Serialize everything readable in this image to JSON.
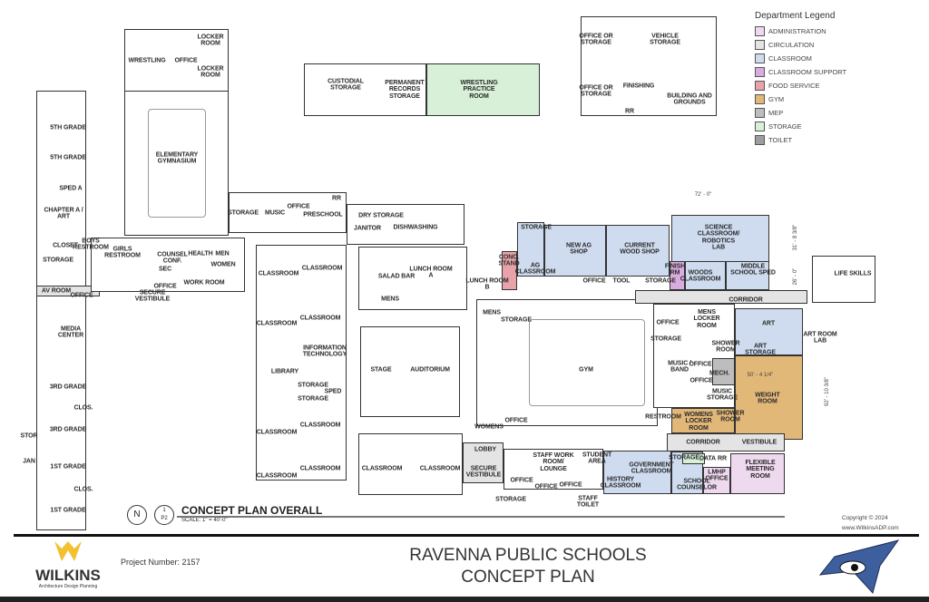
{
  "legend": {
    "title": "Department Legend",
    "items": [
      {
        "label": "ADMINISTRATION",
        "color": "#efd9ef"
      },
      {
        "label": "CIRCULATION",
        "color": "#e4e4e4"
      },
      {
        "label": "CLASSROOM",
        "color": "#cfdcf0"
      },
      {
        "label": "CLASSROOM SUPPORT",
        "color": "#d9acdf"
      },
      {
        "label": "FOOD SERVICE",
        "color": "#e8a3aa"
      },
      {
        "label": "GYM",
        "color": "#e2b878"
      },
      {
        "label": "MEP",
        "color": "#bdbdbd"
      },
      {
        "label": "STORAGE",
        "color": "#d8efd8"
      },
      {
        "label": "TOILET",
        "color": "#9e9e9e"
      }
    ]
  },
  "rooms": [
    "LOCKER\nROOM",
    "WRESTLING",
    "OFFICE",
    "LOCKER\nROOM",
    "ELEMENTARY\nGYMNASIUM",
    "CUSTODIAL\nSTORAGE",
    "PERMANENT\nRECORDS\nSTORAGE",
    "WRESTLING\nPRACTICE\nROOM",
    "OFFICE OR\nSTORAGE",
    "VEHICLE\nSTORAGE",
    "OFFICE OR\nSTORAGE",
    "FINISHING",
    "BUILDING AND\nGROUNDS",
    "RR",
    "5TH GRADE",
    "5TH GRADE",
    "SPED A",
    "CHAPTER A /\nART",
    "CLOSET",
    "STORAGE",
    "BOYS\nRESTROOM",
    "GIRLS\nRESTROOM",
    "AV ROOM",
    "OFFICE",
    "MEDIA\nCENTER",
    "3RD GRADE",
    "CLOS.",
    "3RD GRADE",
    "STOR",
    "JAN",
    "1ST GRADE",
    "CLOS.",
    "1ST GRADE",
    "COUNSEL\nCONF.",
    "SEC",
    "HEALTH",
    "MEN",
    "WOMEN",
    "WORK ROOM",
    "OFFICE",
    "SECURE\nVESTIBULE",
    "STORAGE",
    "MUSIC",
    "OFFICE",
    "PRESCHOOL",
    "RR",
    "DRY STORAGE",
    "JANITOR",
    "DISHWASHING",
    "CLASSROOM",
    "CLASSROOM",
    "CLASSROOM",
    "CLASSROOM",
    "INFORMATION\nTECHNOLOGY",
    "LIBRARY",
    "STORAGE",
    "SPED",
    "STORAGE",
    "CLASSROOM",
    "CLASSROOM",
    "CLASSROOM",
    "CLASSROOM",
    "SALAD BAR",
    "MENS",
    "LUNCH ROOM\nA",
    "LUNCH ROOM\nB",
    "CONC.\nSTAND",
    "STORAGE",
    "AG\nCLASSROOM",
    "NEW AG\nSHOP",
    "CURRENT\nWOOD SHOP",
    "STAGE",
    "AUDITORIUM",
    "MENS",
    "STORAGE",
    "GYM",
    "WOMENS",
    "OFFICE",
    "CLASSROOM",
    "CLASSROOM",
    "LOBBY",
    "SECURE\nVESTIBULE",
    "STAFF WORK\nROOM/\nLOUNGE",
    "STUDENT\nAREA",
    "GOVERNMENT\nCLASSROOM",
    "HISTORY\nCLASSROOM",
    "OFFICE",
    "OFFICE",
    "OFFICE",
    "STORAGE",
    "STAFF\nTOILET",
    "SCHOOL\nCOUNSELOR",
    "STORAGE",
    "SCIENCE\nCLASSROOM/\nROBOTICS\nLAB",
    "FINISH\nRM",
    "WOODS\nCLASSROOM",
    "MIDDLE\nSCHOOL SPED",
    "STORAGE",
    "OFFICE",
    "TOOL",
    "CORRIDOR",
    "LIFE SKILLS",
    "OFFICE",
    "MENS\nLOCKER\nROOM",
    "STORAGE",
    "SHOWER\nROOM",
    "ART",
    "ART\nSTORAGE",
    "ART ROOM\nLAB",
    "MUSIC /\nBAND",
    "OFFICE",
    "MECH.",
    "OFFICE",
    "MUSIC\nSTORAGE",
    "WEIGHT\nROOM",
    "RESTROOM",
    "WOMENS\nLOCKER\nROOM",
    "SHOWER\nROOM",
    "CORRIDOR",
    "VESTIBULE",
    "DATA",
    "RR",
    "LMHP\nOFFICE",
    "FLEXIBLE\nMEETING\nROOM"
  ],
  "dimensions": [
    "72' - 0\"",
    "31' - 8 3/8\"",
    "26' - 0\"",
    "50' - 4 1/4\"",
    "92' - 10 3/8\""
  ],
  "plan_title": "CONCEPT PLAN OVERALL",
  "plan_scale": "SCALE:  1\" = 40'-0\"",
  "north": "N",
  "sheet_num": "1",
  "sheet_ref": "P2",
  "copyright": "Copyright © 2024",
  "website": "www.WilkinsADP.com",
  "footer": {
    "firm": "WILKINS",
    "firm_tag": "Architecture Design Planning",
    "project_number": "Project Number: 2157",
    "title_line1": "RAVENNA PUBLIC SCHOOLS",
    "title_line2": "CONCEPT PLAN"
  }
}
